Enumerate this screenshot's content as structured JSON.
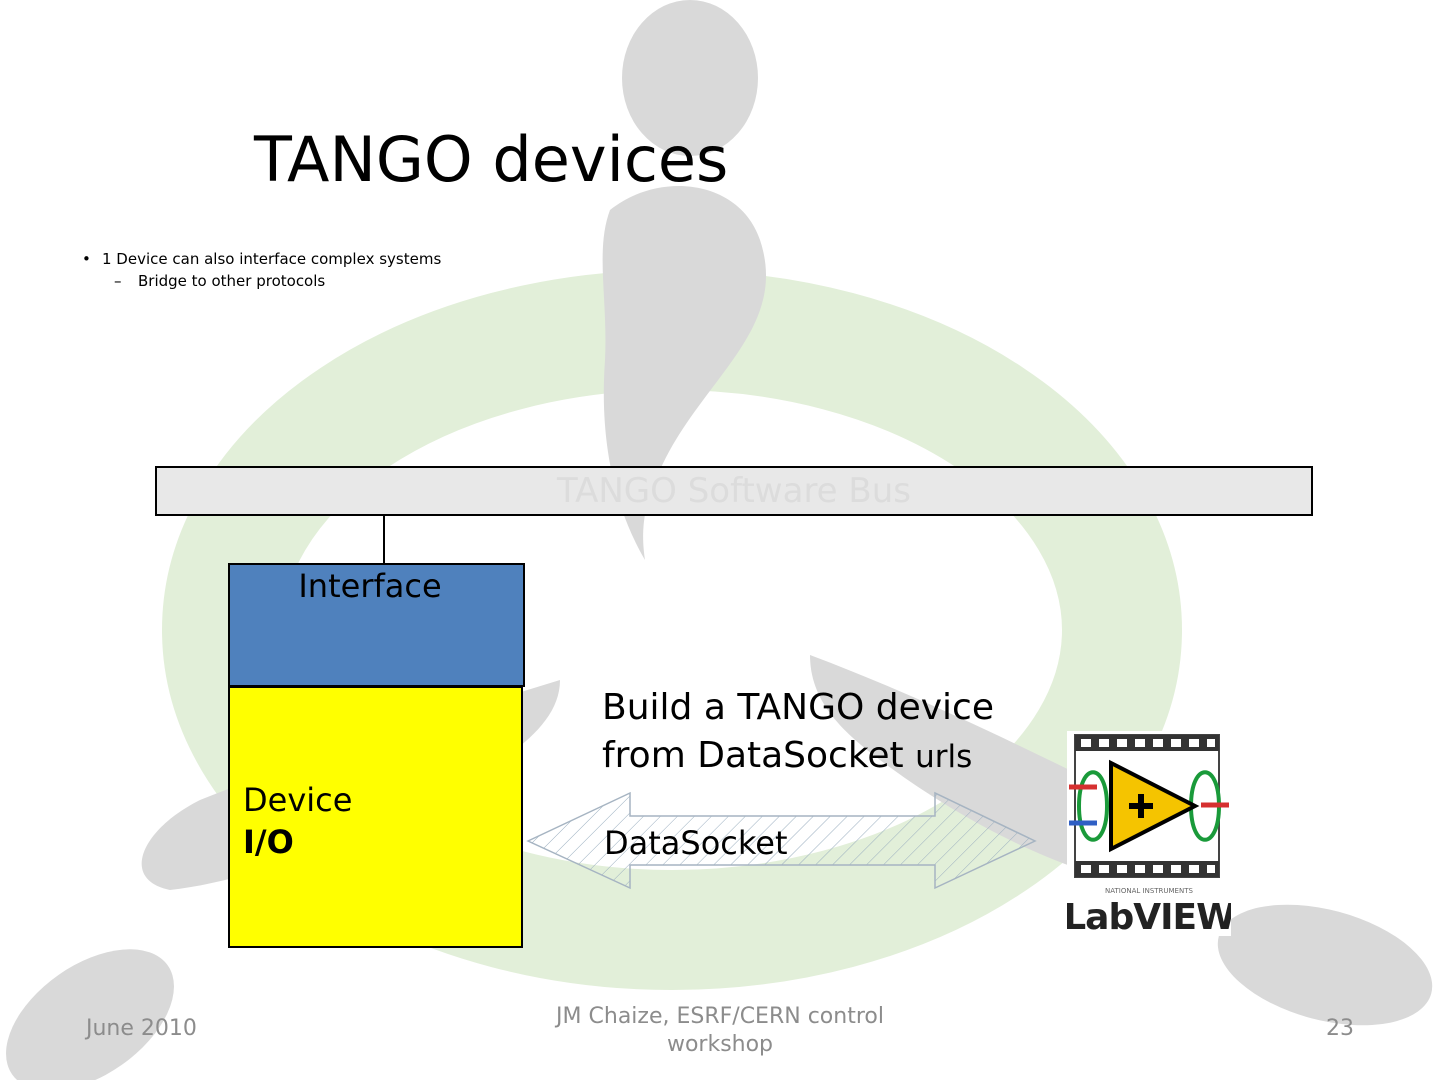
{
  "slide": {
    "title": "TANGO devices",
    "bullets": [
      {
        "mark": "•",
        "text": "1 Device can also interface complex systems"
      },
      {
        "mark": "–",
        "text": "Bridge to other protocols"
      }
    ]
  },
  "diagram": {
    "bus_label": "TANGO Software Bus",
    "interface_label": "Interface",
    "device_label": "Device",
    "io_label": "I/O",
    "build_line1": "Build a TANGO device",
    "build_line2_main": "from DataSocket",
    "build_line2_small": "urls",
    "arrow_label": "DataSocket",
    "logo_text_small": "NATIONAL INSTRUMENTS",
    "logo_text": "LabVIEW"
  },
  "footer": {
    "date": "June 2010",
    "author": "JM Chaize, ESRF/CERN control workshop",
    "page": "23"
  },
  "colors": {
    "interface_fill": "#4f81bd",
    "device_fill": "#ffff00",
    "bus_fill": "#e8e8e8",
    "watermark_gray": "#d9d9d9",
    "watermark_green": "#e2efd9",
    "footer_text": "#8c8c8c"
  }
}
